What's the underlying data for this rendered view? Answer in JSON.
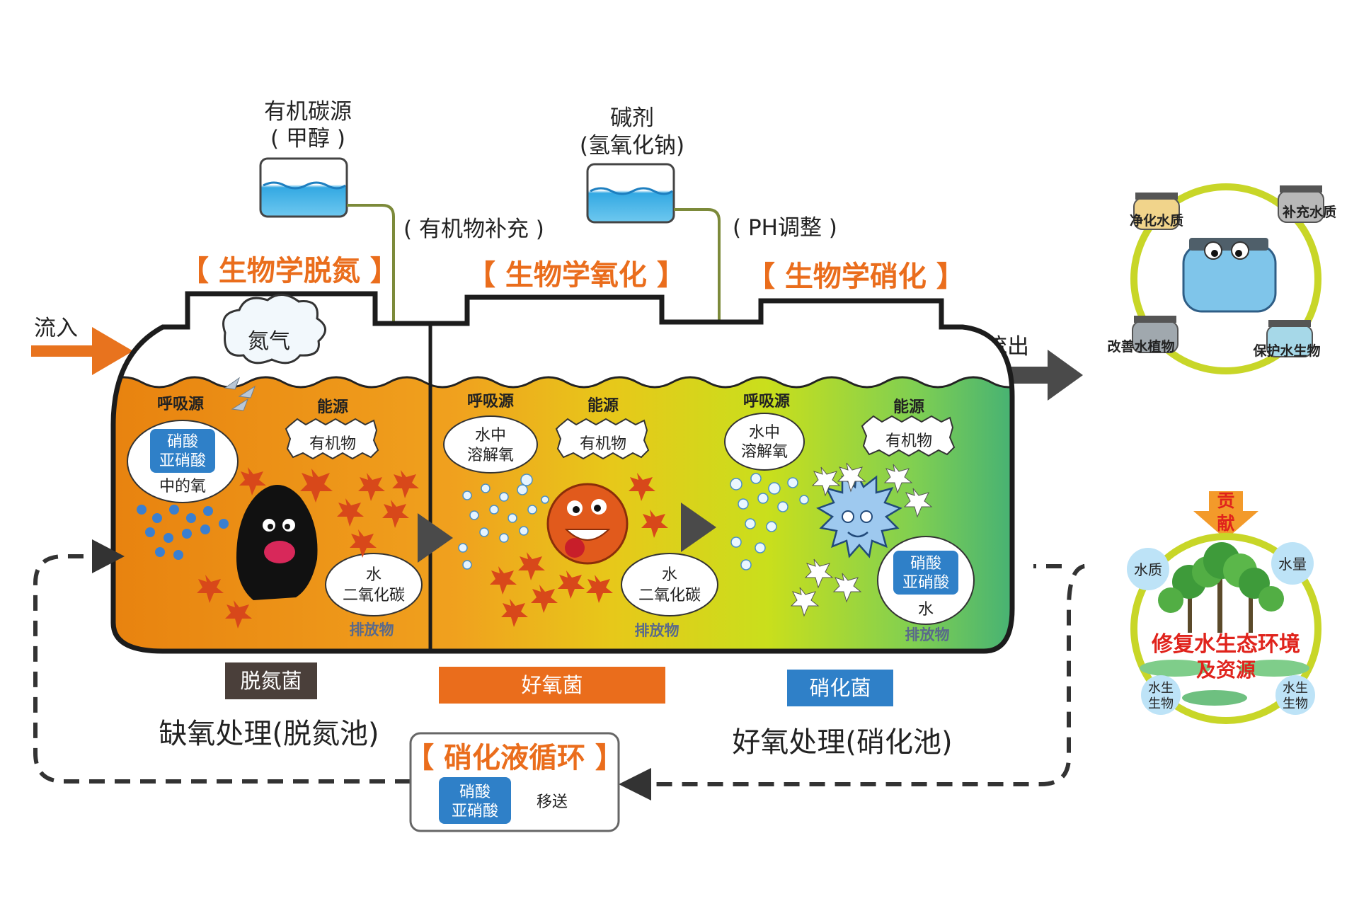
{
  "supplies": {
    "carbon_name": "有机碳源",
    "carbon_sub": "( 甲醇 )",
    "carbon_note": "( 有机物补充 )",
    "alkali_name": "碱剂",
    "alkali_sub": "(氢氧化钠)",
    "alkali_note": "( PH调整 )"
  },
  "stages": {
    "denitrify": "【 生物学脱氮 】",
    "oxidize": "【 生物学氧化 】",
    "nitrify": "【 生物学硝化 】"
  },
  "flow": {
    "inflow": "流入",
    "outflow": "流出"
  },
  "gas": "氮气",
  "chamber1": {
    "respiration": "呼吸源",
    "energy": "能源",
    "source_line1": "硝酸",
    "source_line2": "亚硝酸",
    "source_line3": "中的氧",
    "organic": "有机物",
    "out_line1": "水",
    "out_line2": "二氧化碳",
    "discharge": "排放物"
  },
  "chamber2": {
    "respiration": "呼吸源",
    "energy": "能源",
    "source_line1": "水中",
    "source_line2": "溶解氧",
    "organic": "有机物",
    "out_line1": "水",
    "out_line2": "二氧化碳",
    "discharge": "排放物"
  },
  "chamber3": {
    "respiration": "呼吸源",
    "energy": "能源",
    "source_line1": "水中",
    "source_line2": "溶解氧",
    "organic": "有机物",
    "out_line1": "硝酸",
    "out_line2": "亚硝酸",
    "out_line3": "水",
    "discharge": "排放物"
  },
  "bacteria": {
    "denitrifying": "脱氮菌",
    "aerobic": "好氧菌",
    "nitrifying": "硝化菌"
  },
  "processes": {
    "anoxic": "缺氧处理(脱氮池)",
    "aerobic": "好氧处理(硝化池)"
  },
  "recycle": {
    "title": "【 硝化液循环 】",
    "chem_line1": "硝酸",
    "chem_line2": "亚硝酸",
    "transfer": "移送"
  },
  "benefits": {
    "purify": "净化水质",
    "supplement": "补充水质",
    "improve": "改善水植物",
    "protect": "保护水生物"
  },
  "ecology": {
    "contribute_1": "贡",
    "contribute_2": "献",
    "quality": "水质",
    "quantity": "水量",
    "restore": "修复水生态环境",
    "resources": "及资源",
    "life_left_1": "水生",
    "life_left_2": "生物",
    "life_right_1": "水生",
    "life_right_2": "生物"
  },
  "colors": {
    "arrow_orange": "#e8731e",
    "stage_orange": "#ea6d1c",
    "blue_label": "#2f80c8",
    "dark_arrow": "#4a4a4a",
    "olive_pipe": "#7c8a3a",
    "ring_green": "#c8d628"
  }
}
